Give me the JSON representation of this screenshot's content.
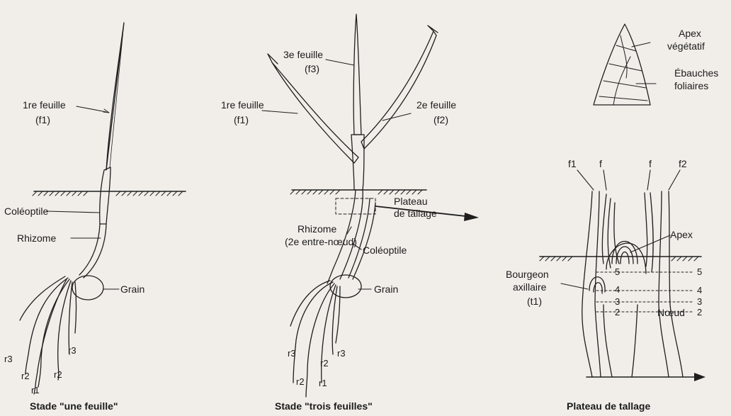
{
  "panel1": {
    "caption": "Stade \"une feuille\"",
    "leaf_label": "1re feuille",
    "leaf_code": "(f1)",
    "coleoptile": "Coléoptile",
    "rhizome": "Rhizome",
    "grain": "Grain",
    "roots": [
      "r3",
      "r2",
      "r1",
      "r2",
      "r3"
    ]
  },
  "panel2": {
    "caption": "Stade \"trois feuilles\"",
    "leaf1": "1re feuille",
    "leaf1_code": "(f1)",
    "leaf2": "2e feuille",
    "leaf2_code": "(f2)",
    "leaf3": "3e feuille",
    "leaf3_code": "(f3)",
    "rhizome": "Rhizome",
    "rhizome_sub": "(2e entre-nœud)",
    "plateau": "Plateau",
    "plateau2": "de tallage",
    "coleoptile": "Coléoptile",
    "grain": "Grain",
    "roots": [
      "r3",
      "r2",
      "r3",
      "r2",
      "r1"
    ]
  },
  "panel3": {
    "caption": "Plateau de tallage",
    "apex_top1": "Apex",
    "apex_top2": "végétatif",
    "ebauches1": "Ébauches",
    "ebauches2": "foliaires",
    "leaf_tags": [
      "f1",
      "f",
      "f",
      "f2"
    ],
    "apex": "Apex",
    "bourgeon1": "Bourgeon",
    "bourgeon2": "axillaire",
    "bourgeon3": "(t1)",
    "noeud": "Nœud",
    "node_numbers": [
      "5",
      "4",
      "3",
      "2"
    ]
  }
}
